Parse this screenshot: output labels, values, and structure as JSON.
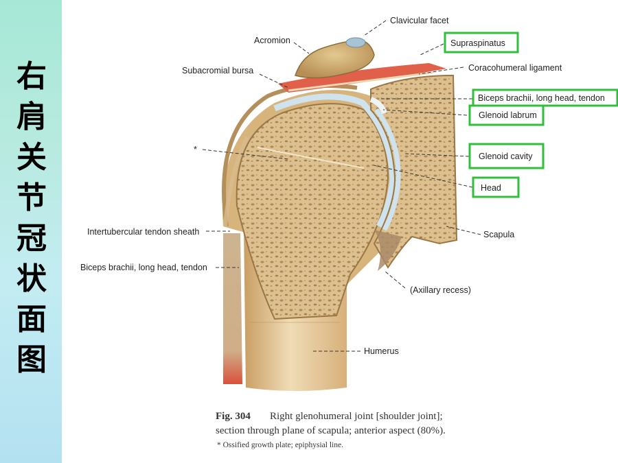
{
  "side_title": [
    "右",
    "肩",
    "关",
    "节",
    "冠",
    "状",
    "面",
    "图"
  ],
  "labels": {
    "clavicular_facet": "Clavicular facet",
    "acromion": "Acromion",
    "supraspinatus": "Supraspinatus",
    "subacromial_bursa": "Subacromial bursa",
    "coracohumeral_ligament": "Coracohumeral ligament",
    "biceps_long_head_right": "Biceps brachii, long head, tendon",
    "glenoid_labrum": "Glenoid labrum",
    "asterisk": "*",
    "glenoid_cavity": "Glenoid cavity",
    "head": "Head",
    "intertubercular_sheath": "Intertubercular tendon sheath",
    "scapula": "Scapula",
    "biceps_long_head_left": "Biceps brachii, long head, tendon",
    "axillary_recess": "(Axillary recess)",
    "humerus": "Humerus"
  },
  "caption": {
    "fig_number": "Fig. 304",
    "line1": "Right glenohumeral joint [shoulder joint];",
    "line2": "section through plane of scapula; anterior aspect (80%).",
    "footnote": "* Ossified growth plate; epiphysial line."
  },
  "colors": {
    "highlight_box": "#2fbf3a",
    "bone": "#e2c695",
    "cancellous": "#caa874",
    "cartilage": "#cfe3ef",
    "muscle": "#e0604a"
  }
}
